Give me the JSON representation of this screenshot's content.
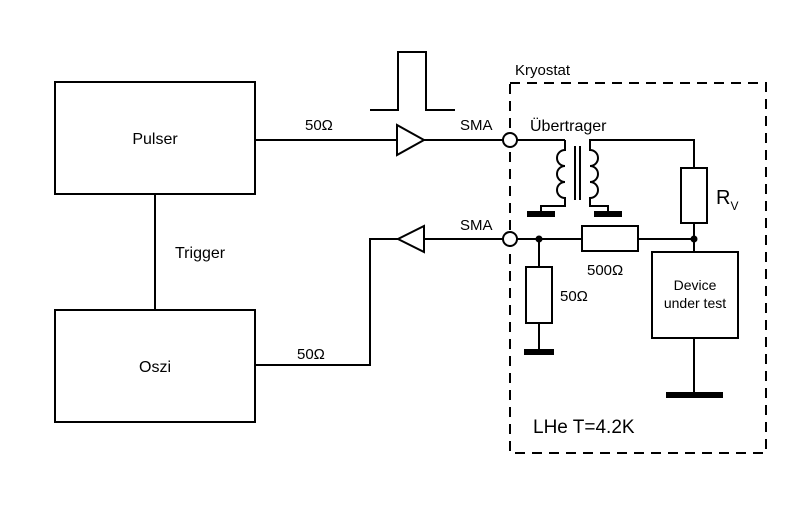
{
  "blocks": {
    "pulser": "Pulser",
    "oszi": "Oszi",
    "dut_line1": "Device",
    "dut_line2": "under test"
  },
  "labels": {
    "trigger": "Trigger",
    "cable_top": "50Ω",
    "cable_bottom": "50Ω",
    "sma_top": "SMA",
    "sma_bottom": "SMA",
    "kryostat": "Kryostat",
    "transformer": "Übertrager",
    "rv_main": "R",
    "rv_sub": "V",
    "r_series": "500Ω",
    "r_shunt": "50Ω",
    "condition": "LHe T=4.2K"
  }
}
